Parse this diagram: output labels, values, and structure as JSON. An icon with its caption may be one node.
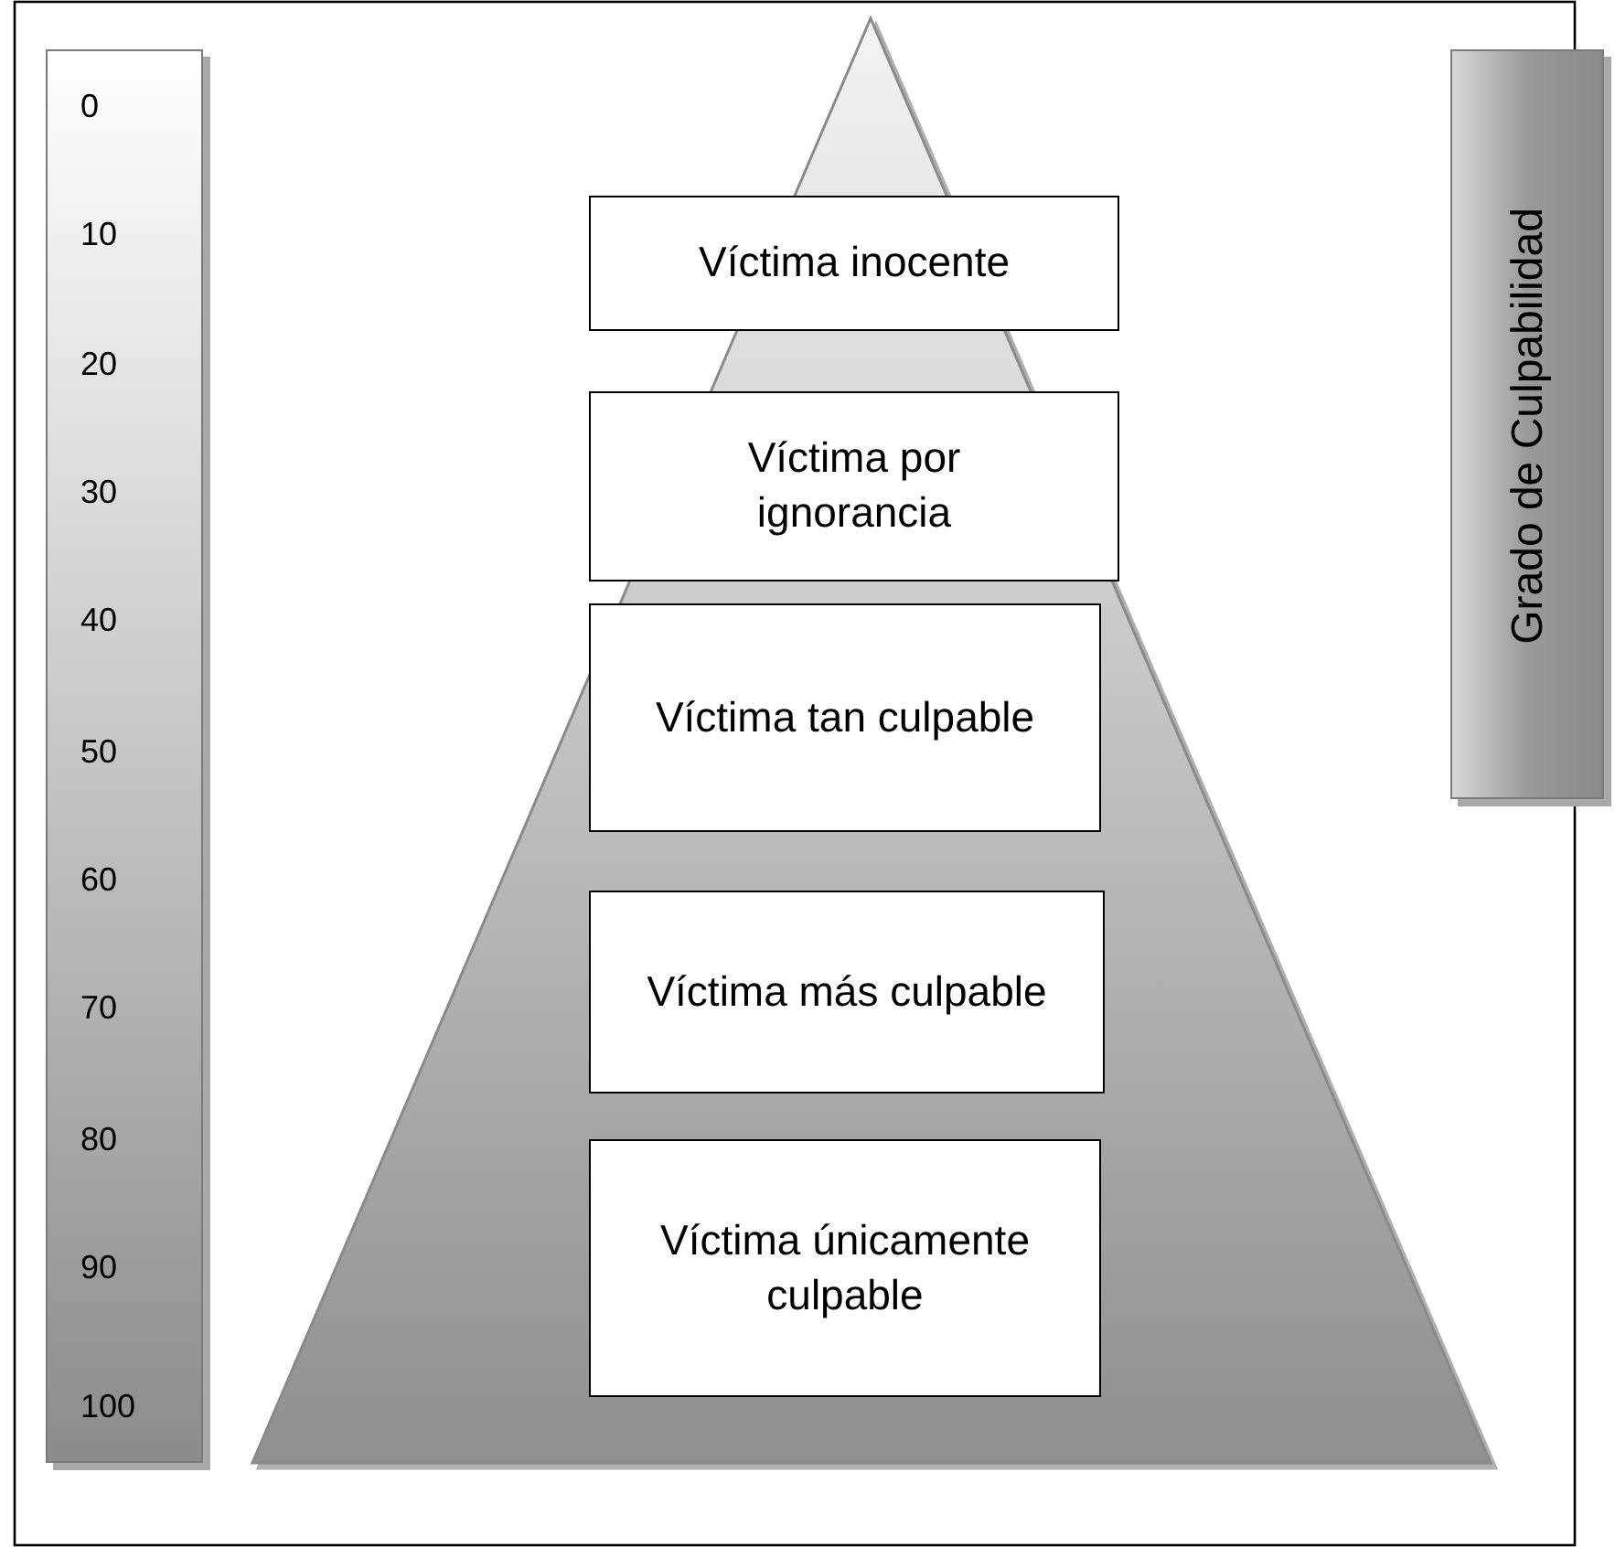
{
  "diagram": {
    "nodes": [
      {
        "text": [
          "0",
          "10",
          "20",
          "30",
          "40",
          "50",
          "60",
          "70",
          "80",
          "90",
          "100"
        ]
      },
      {
        "text": [
          "Grado de Culpabilidad"
        ]
      },
      {
        "text": [
          "Víctima inocente"
        ]
      },
      {
        "text": [
          "Víctima por ignorancia"
        ]
      },
      {
        "text": [
          "Víctima tan culpable"
        ]
      },
      {
        "text": [
          "Víctima más culpable"
        ]
      },
      {
        "text": [
          "Víctima únicamente culpable"
        ]
      }
    ],
    "edges": []
  }
}
